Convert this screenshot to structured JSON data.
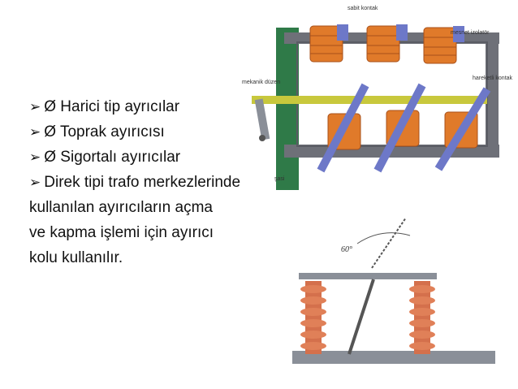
{
  "bullets": [
    {
      "arrow": "➢",
      "text": "Ø Harici tip ayrıcılar"
    },
    {
      "arrow": "➢",
      "text": "Ø Toprak ayırıcısı"
    },
    {
      "arrow": "➢",
      "text": "Ø Sigortalı ayırıcılar"
    },
    {
      "arrow": "➢",
      "text": "Direk tipi trafo merkezlerinde"
    }
  ],
  "paragraph": [
    "kullanılan ayırıcıların açma",
    "ve kapma işlemi için ayırıcı",
    "kolu kullanılır."
  ],
  "diagram_top": {
    "labels": {
      "fixed_contact": "sabit kontak",
      "support_insulator": "mesnet izolatör",
      "mechanism": "mekanik düzen",
      "moving_contact": "hareketli kontak",
      "chassis": "şasi"
    }
  },
  "diagram_bottom": {
    "angle_label": "60°"
  },
  "colors": {
    "insulator": "#e07a2a",
    "insulator_dark": "#a8501a",
    "frame": "#6e7078",
    "blade": "#6d78c8",
    "shaft": "#c8c83c",
    "bottom_insulator": "#d4704c",
    "bottom_frame": "#8a8f98"
  }
}
